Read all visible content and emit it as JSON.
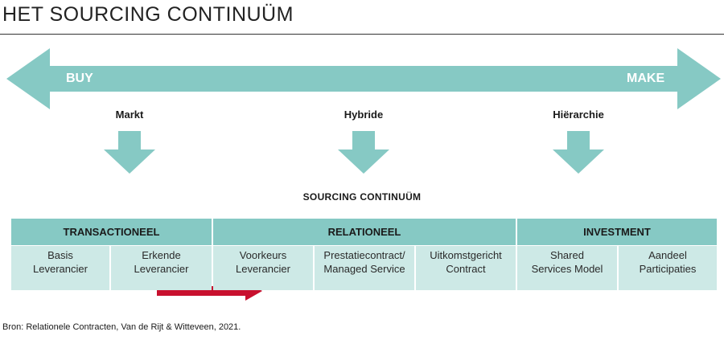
{
  "title": "HET SOURCING CONTINUÜM",
  "arrow": {
    "left_label": "BUY",
    "right_label": "MAKE",
    "color": "#86c9c4"
  },
  "columns": [
    {
      "label": "Markt"
    },
    {
      "label": "Hybride"
    },
    {
      "label": "Hiërarchie"
    }
  ],
  "section_title": "SOURCING CONTINUÜM",
  "table": {
    "header_color": "#86c9c4",
    "cell_color": "#cde9e6",
    "groups": [
      {
        "label": "TRANSACTIONEEL"
      },
      {
        "label": "RELATIONEEL"
      },
      {
        "label": "INVESTMENT"
      }
    ],
    "cells": [
      {
        "label": "Basis\nLeverancier"
      },
      {
        "label": "Erkende\nLeverancier"
      },
      {
        "label": "Voorkeurs\nLeverancier"
      },
      {
        "label": "Prestatiecontract/\nManaged Service"
      },
      {
        "label": "Uitkomstgericht\nContract"
      },
      {
        "label": "Shared\nServices Model"
      },
      {
        "label": "Aandeel\nParticipaties"
      }
    ]
  },
  "highlight_arrow_color": "#c8102e",
  "source": "Bron: Relationele Contracten, Van de Rijt & Witteveen, 2021."
}
